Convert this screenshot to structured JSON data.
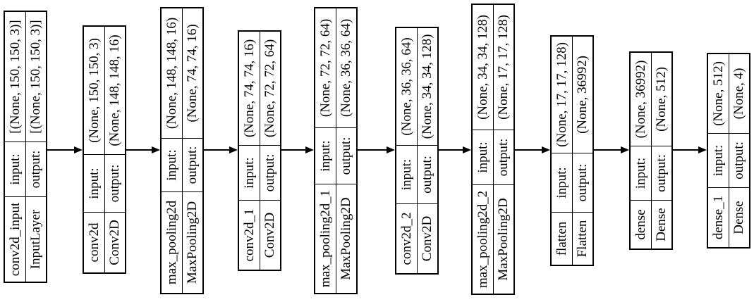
{
  "diagram": {
    "kind": "keras-model-plot",
    "labels": {
      "input": "input:",
      "output": "output:"
    },
    "nodes": [
      {
        "name": "conv2d_input",
        "type": "InputLayer",
        "input_shape": "[(None, 150, 150, 3)]",
        "output_shape": "[(None, 150, 150, 3)]"
      },
      {
        "name": "conv2d",
        "type": "Conv2D",
        "input_shape": "(None, 150, 150, 3)",
        "output_shape": "(None, 148, 148, 16)"
      },
      {
        "name": "max_pooling2d",
        "type": "MaxPooling2D",
        "input_shape": "(None, 148, 148, 16)",
        "output_shape": "(None, 74, 74, 16)"
      },
      {
        "name": "conv2d_1",
        "type": "Conv2D",
        "input_shape": "(None, 74, 74, 16)",
        "output_shape": "(None, 72, 72, 64)"
      },
      {
        "name": "max_pooling2d_1",
        "type": "MaxPooling2D",
        "input_shape": "(None, 72, 72, 64)",
        "output_shape": "(None, 36, 36, 64)"
      },
      {
        "name": "conv2d_2",
        "type": "Conv2D",
        "input_shape": "(None, 36, 36, 64)",
        "output_shape": "(None, 34, 34, 128)"
      },
      {
        "name": "max_pooling2d_2",
        "type": "MaxPooling2D",
        "input_shape": "(None, 34, 34, 128)",
        "output_shape": "(None, 17, 17, 128)"
      },
      {
        "name": "flatten",
        "type": "Flatten",
        "input_shape": "(None, 17, 17, 128)",
        "output_shape": "(None, 36992)"
      },
      {
        "name": "dense",
        "type": "Dense",
        "input_shape": "(None, 36992)",
        "output_shape": "(None, 512)"
      },
      {
        "name": "dense_1",
        "type": "Dense",
        "input_shape": "(None, 512)",
        "output_shape": "(None, 4)"
      }
    ],
    "edges": [
      {
        "from": "conv2d_input",
        "to": "conv2d"
      },
      {
        "from": "conv2d",
        "to": "max_pooling2d"
      },
      {
        "from": "max_pooling2d",
        "to": "conv2d_1"
      },
      {
        "from": "conv2d_1",
        "to": "max_pooling2d_1"
      },
      {
        "from": "max_pooling2d_1",
        "to": "conv2d_2"
      },
      {
        "from": "conv2d_2",
        "to": "max_pooling2d_2"
      },
      {
        "from": "max_pooling2d_2",
        "to": "flatten"
      },
      {
        "from": "flatten",
        "to": "dense"
      },
      {
        "from": "dense",
        "to": "dense_1"
      }
    ],
    "colors": {
      "line": "#000000",
      "text": "#000000",
      "background": "#ffffff"
    }
  }
}
